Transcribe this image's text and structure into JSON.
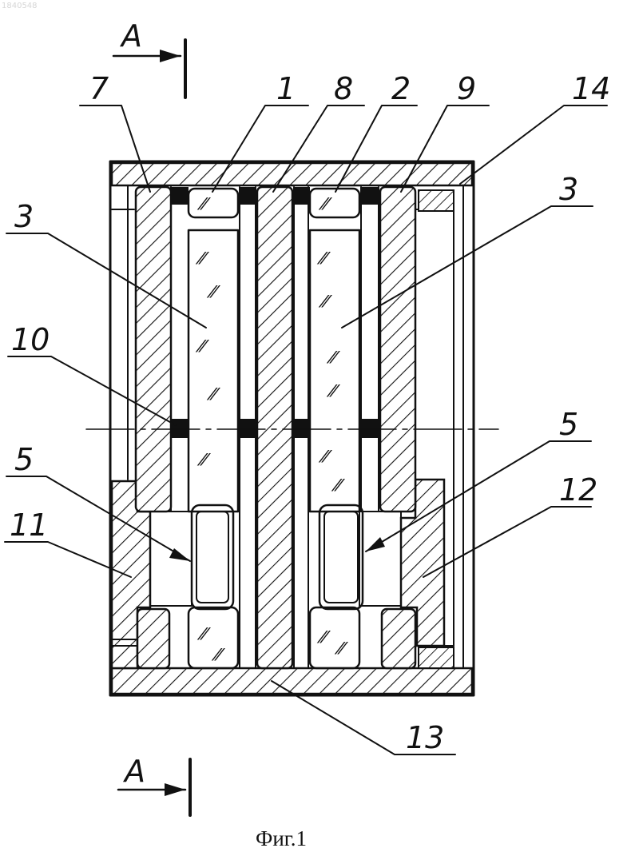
{
  "watermark": "1840548",
  "caption": "Фиг.1",
  "section_marks": {
    "top": "A",
    "bottom": "A"
  },
  "labels": {
    "l7": "7",
    "l1": "1",
    "l8": "8",
    "l2": "2",
    "l9": "9",
    "l14": "14",
    "l3_left": "3",
    "l3_right": "3",
    "l10": "10",
    "l5_left": "5",
    "l5_right": "5",
    "l11": "11",
    "l12": "12",
    "l13": "13"
  },
  "glass_marks": [
    "⁄⁄",
    "⁄⁄"
  ],
  "colors": {
    "ink": "#111111",
    "paper": "#ffffff"
  }
}
